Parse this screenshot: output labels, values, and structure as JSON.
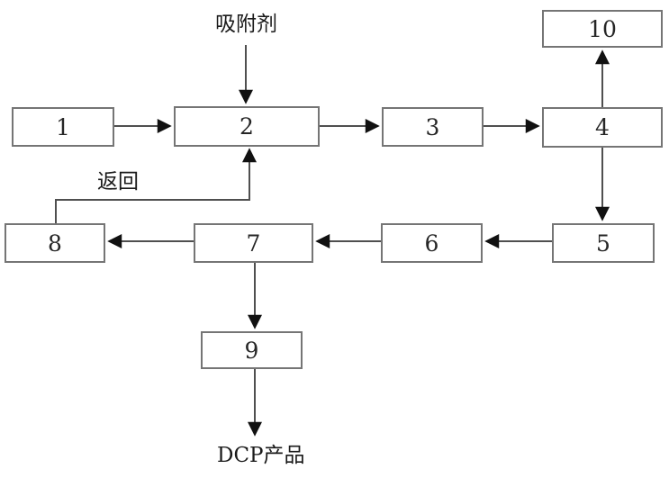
{
  "diagram": {
    "type": "process-flow-diagram",
    "boxes": [
      {
        "id": "1",
        "label": "1"
      },
      {
        "id": "2",
        "label": "2"
      },
      {
        "id": "3",
        "label": "3"
      },
      {
        "id": "4",
        "label": "4"
      },
      {
        "id": "5",
        "label": "5"
      },
      {
        "id": "6",
        "label": "6"
      },
      {
        "id": "7",
        "label": "7"
      },
      {
        "id": "8",
        "label": "8"
      },
      {
        "id": "9",
        "label": "9"
      },
      {
        "id": "10",
        "label": "10"
      }
    ],
    "annotations": {
      "adsorbent_input": "吸附剂",
      "return_label": "返回",
      "product_output": "DCP产品"
    },
    "connections": [
      {
        "from": "1",
        "to": "2",
        "direction": "right"
      },
      {
        "from": "吸附剂",
        "to": "2",
        "direction": "down"
      },
      {
        "from": "2",
        "to": "3",
        "direction": "right"
      },
      {
        "from": "3",
        "to": "4",
        "direction": "right"
      },
      {
        "from": "4",
        "to": "10",
        "direction": "up"
      },
      {
        "from": "4",
        "to": "5",
        "direction": "down"
      },
      {
        "from": "5",
        "to": "6",
        "direction": "left"
      },
      {
        "from": "6",
        "to": "7",
        "direction": "left"
      },
      {
        "from": "7",
        "to": "8",
        "direction": "left"
      },
      {
        "from": "8",
        "to": "2",
        "direction": "up-right-up",
        "label": "返回"
      },
      {
        "from": "7",
        "to": "9",
        "direction": "down"
      },
      {
        "from": "9",
        "to": "DCP产品",
        "direction": "down"
      }
    ],
    "colors": {
      "background": "#ffffff",
      "box_border": "#757575",
      "line": "#4f4f4f",
      "arrowhead": "#111111",
      "text": "#1a1a1a"
    }
  }
}
